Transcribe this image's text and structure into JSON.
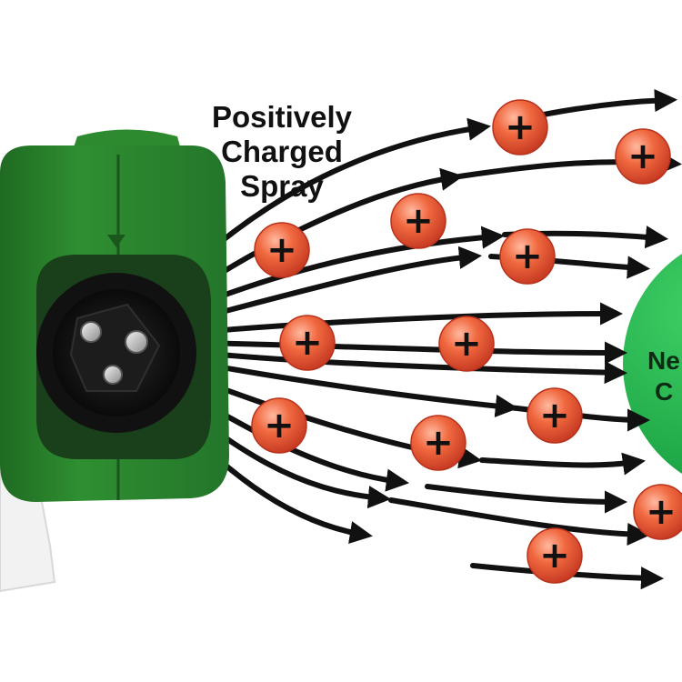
{
  "diagram": {
    "title_lines": [
      "Positively",
      "Charged",
      "Spray"
    ],
    "target_label_lines": [
      "Ne",
      "C"
    ],
    "particle_symbol": "+",
    "colors": {
      "sprayer_body": "#2f8a2f",
      "sprayer_dark": "#1d5e20",
      "target_surface": "#1fae4a",
      "particle": "#e8573a",
      "arrow": "#111111",
      "text": "#111111"
    },
    "icons": [
      "sprayer-nozzle-icon",
      "plus-icon",
      "arrow-icon"
    ]
  }
}
